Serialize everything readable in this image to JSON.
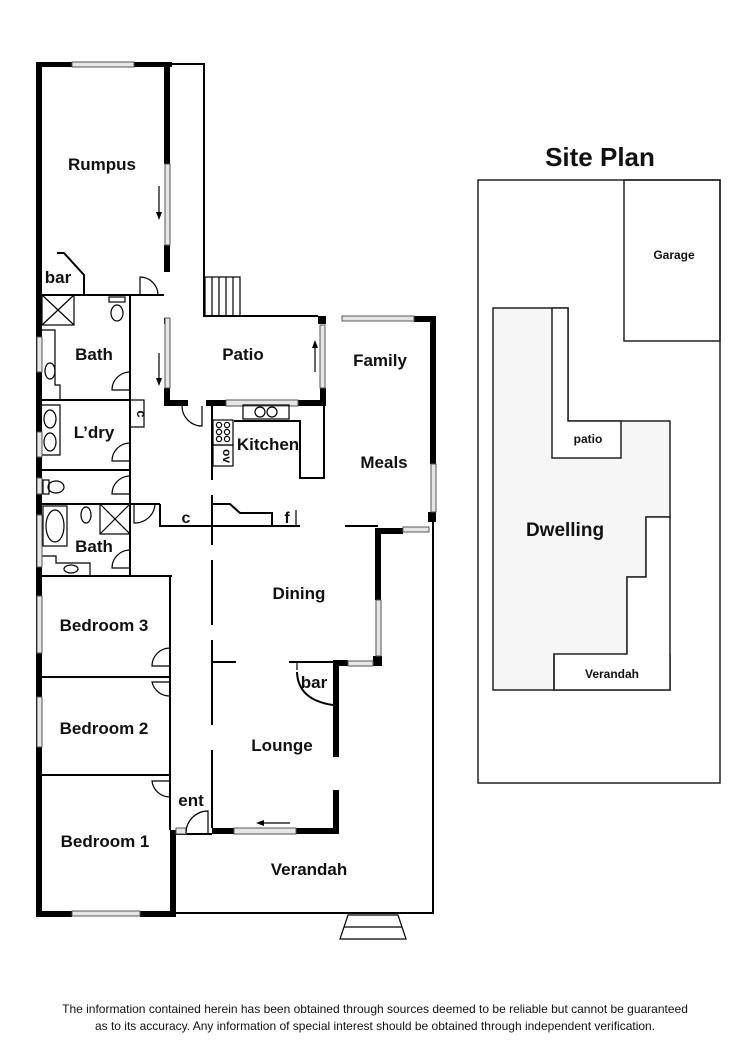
{
  "floor_plan": {
    "rooms": {
      "rumpus": "Rumpus",
      "bar_top": "bar",
      "bath_top": "Bath",
      "patio": "Patio",
      "family": "Family",
      "laundry": "L’dry",
      "kitchen": "Kitchen",
      "oven": "ov",
      "meals": "Meals",
      "cupboard_left": "c",
      "cupboard_hall": "c",
      "fridge": "f",
      "bath_lower": "Bath",
      "dining": "Dining",
      "bedroom3": "Bedroom 3",
      "bar_lounge": "bar",
      "bedroom2": "Bedroom 2",
      "lounge": "Lounge",
      "entry": "ent",
      "bedroom1": "Bedroom 1",
      "verandah": "Verandah"
    }
  },
  "site_plan": {
    "title": "Site Plan",
    "labels": {
      "garage": "Garage",
      "patio": "patio",
      "dwelling": "Dwelling",
      "verandah": "Verandah"
    }
  },
  "disclaimer": {
    "line1": "The information contained herein has been obtained through sources deemed to be reliable but cannot be guaranteed",
    "line2": "as to its accuracy.  Any information of special interest should be obtained through independent verification."
  }
}
